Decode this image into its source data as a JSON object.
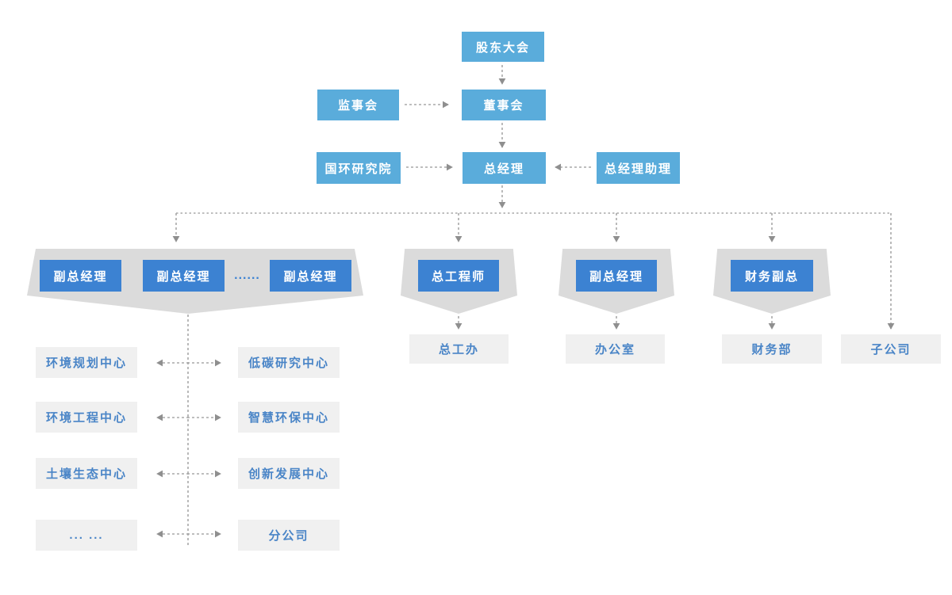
{
  "colors": {
    "light_blue": "#5AACDB",
    "bright_blue": "#3C82D2",
    "banner_gray": "#DBDBDB",
    "box_gray": "#F0F0F0",
    "blue_text": "#4A85C7",
    "line_gray": "#A8A8A8",
    "arrow_gray": "#8F8F8F",
    "background": "#FFFFFF"
  },
  "chart": {
    "top": {
      "shareholders": "股东大会",
      "supervisory": "监事会",
      "board": "董事会",
      "research": "国环研究院",
      "gm": "总经理",
      "gm_assistant": "总经理助理"
    },
    "branches": {
      "deputy1": "副总经理",
      "deputy2": "副总经理",
      "ellipsis": "......",
      "deputy3": "副总经理",
      "chief_engineer": "总工程师",
      "deputy4": "副总经理",
      "finance_vp": "财务副总"
    },
    "departments": {
      "chief_office": "总工办",
      "office": "办公室",
      "finance_dept": "财务部",
      "subsidiary": "子公司"
    },
    "centers": {
      "left": [
        "环境规划中心",
        "环境工程中心",
        "土壤生态中心",
        "... ..."
      ],
      "right": [
        "低碳研究中心",
        "智慧环保中心",
        "创新发展中心",
        "分公司"
      ]
    }
  }
}
